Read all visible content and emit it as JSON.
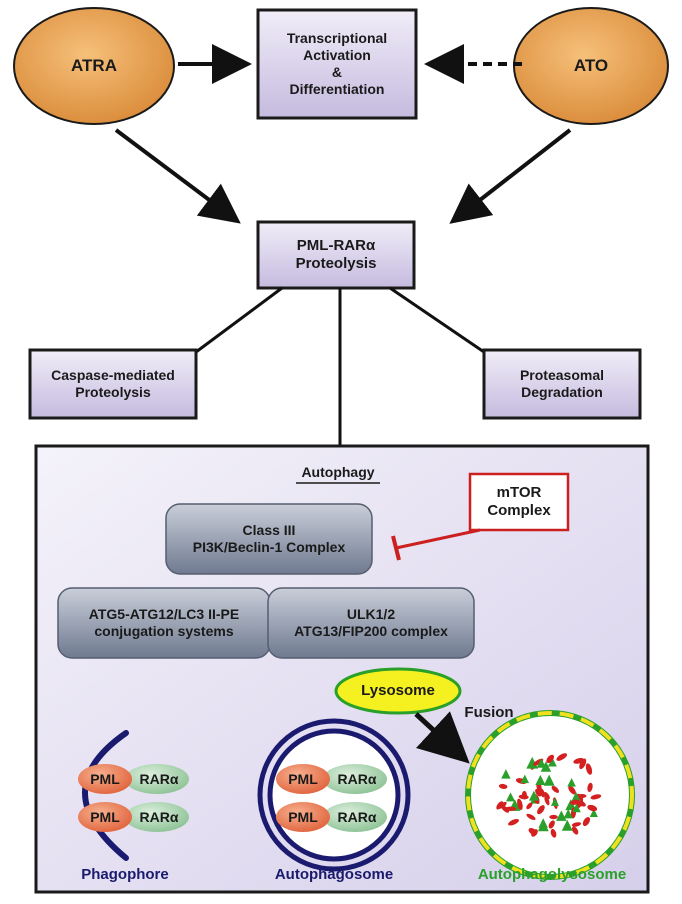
{
  "nodes": {
    "atra": "ATRA",
    "ato": "ATO",
    "transcription": "Transcriptional\nActivation\n&\nDifferentiation",
    "pml_rara_proteolysis": "PML-RARα\nProteolysis",
    "caspase": "Caspase-mediated\nProteolysis",
    "proteasomal": "Proteasomal\nDegradation",
    "autophagy_title": "Autophagy",
    "mtor": "mTOR\nComplex",
    "class3": "Class III\nPI3K/Beclin-1 Complex",
    "atg5": "ATG5-ATG12/LC3 II-PE\nconjugation systems",
    "ulk": "ULK1/2\nATG13/FIP200 complex",
    "lysosome": "Lysosome",
    "fusion": "Fusion",
    "pml": "PML",
    "rara": "RARα",
    "phagophore": "Phagophore",
    "autophagosome": "Autophagosome",
    "autophagolysosome": "Autophagolysosome"
  },
  "colors": {
    "ellipse_fill": "#e8a050",
    "box_fill": "#d9d2ea",
    "complex_fill": "#8a93a8",
    "inhibit": "#cc1f1f",
    "membrane": "#1a1a6e",
    "pml_fill": "#e87550",
    "rara_fill": "#9fcfa5",
    "lysosome_fill": "#f5f020",
    "lysosome_stroke": "#2aa02a",
    "autolyso_label": "#2aa02a",
    "particle_red": "#d42020",
    "particle_green": "#2aa02a"
  }
}
